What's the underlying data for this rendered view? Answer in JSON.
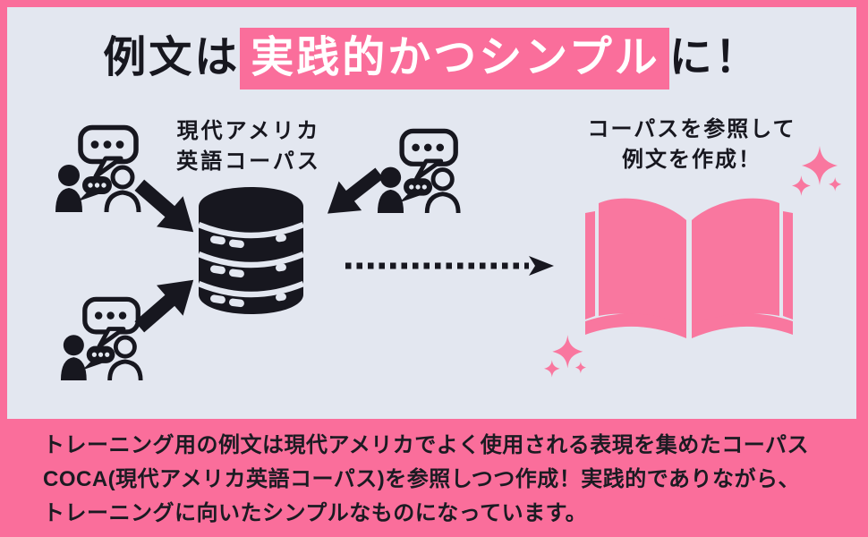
{
  "title": {
    "prefix": "例文は",
    "highlight": "実践的かつシンプル",
    "suffix": "に！"
  },
  "corpus": {
    "label_line1": "現代アメリカ",
    "label_line2": "英語コーパス"
  },
  "result": {
    "label_line1": "コーパスを参照して",
    "label_line2": "例文を作成！"
  },
  "caption": {
    "lines": [
      "トレーニング用の例文は現代アメリカでよく使用される表現を集めたコーパス",
      "COCA(現代アメリカ英語コーパス)を参照しつつ作成！実践的でありながら、",
      "トレーニングに向いたシンプルなものになっています。"
    ]
  },
  "icons": {
    "conversation": "conversation-icon",
    "database": "database-icon",
    "arrow": "arrow-icon",
    "dotted_arrow": "dotted-arrow-icon",
    "open_book": "open-book-icon",
    "sparkles": "sparkle-cluster-icon"
  },
  "colors": {
    "pink": "#FA6E9B",
    "book": "#F9779F",
    "panel": "#E3E7F0",
    "ink": "#17171F",
    "white": "#FFFFFF"
  }
}
